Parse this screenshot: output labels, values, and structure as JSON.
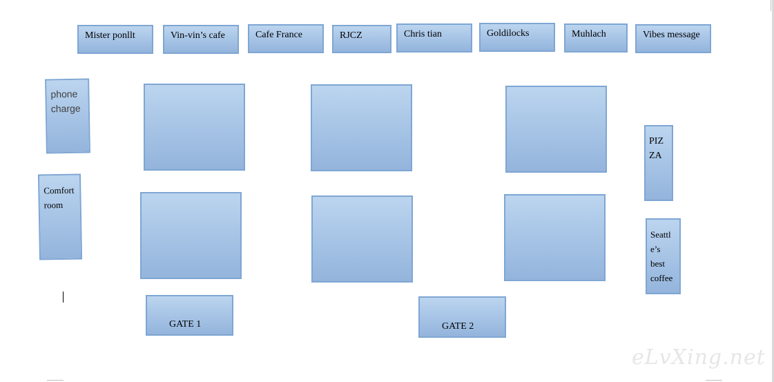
{
  "stalls": [
    {
      "name": "stall-mister-ponllt",
      "label": "Mister ponllt"
    },
    {
      "name": "stall-vin-vins-cafe",
      "label": "Vin-vin’s cafe"
    },
    {
      "name": "stall-cafe-france",
      "label": "Cafe France"
    },
    {
      "name": "stall-rjcz",
      "label": "RJCZ"
    },
    {
      "name": "stall-chris-tian",
      "label": "Chris tian"
    },
    {
      "name": "stall-goldilocks",
      "label": "Goldilocks"
    },
    {
      "name": "stall-muhlach",
      "label": "Muhlach"
    },
    {
      "name": "stall-vibes-message",
      "label": "Vibes message"
    }
  ],
  "side": {
    "phone_charge": "phone\ncharge",
    "comfort_room": "Comfort\nroom",
    "pizza": "PIZ\nZA",
    "seattles_best": "Seattl\ne’s\nbest\ncoffee"
  },
  "gates": {
    "gate1": "GATE 1",
    "gate2": "GATE 2"
  },
  "watermark": "eLvXing.net",
  "colors": {
    "box_fill_top": "#bcd5ef",
    "box_fill_bottom": "#94b4dc",
    "box_border": "#7ea6d3"
  }
}
